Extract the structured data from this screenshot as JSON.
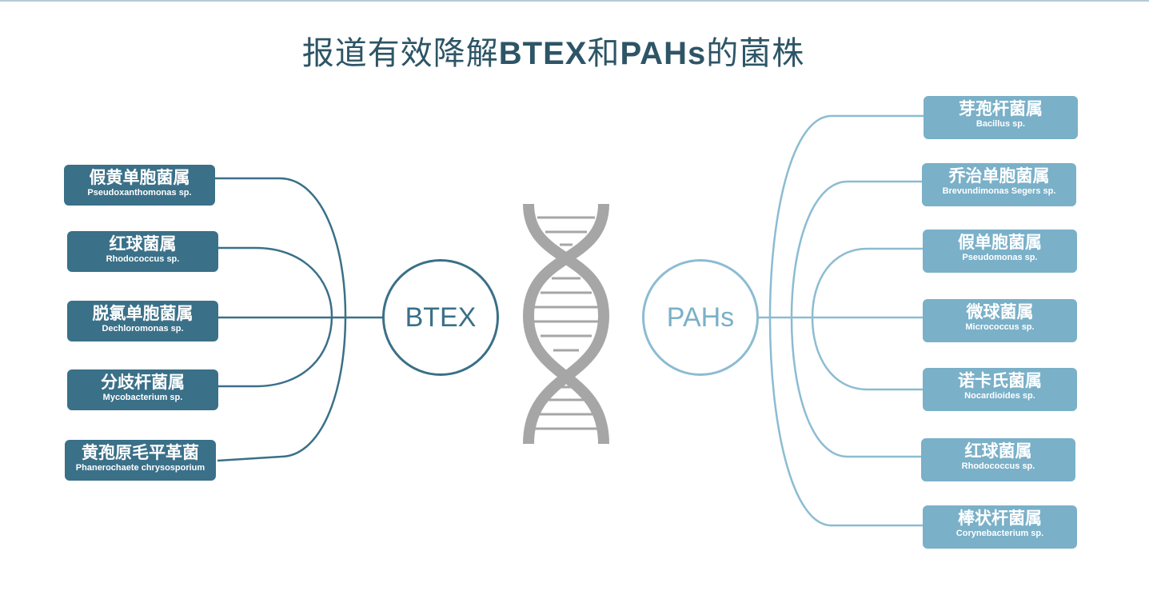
{
  "title": {
    "prefix": "报道有效降解",
    "btex": "BTEX",
    "and": "和",
    "pahs": "PAHs",
    "suffix": "的菌株"
  },
  "hubs": {
    "btex": "BTEX",
    "pahs": "PAHs"
  },
  "left_strains": [
    {
      "zh": "假黄单胞菌属",
      "en": "Pseudoxanthomonas sp."
    },
    {
      "zh": "红球菌属",
      "en": "Rhodococcus sp."
    },
    {
      "zh": "脱氯单胞菌属",
      "en": "Dechloromonas sp."
    },
    {
      "zh": "分歧杆菌属",
      "en": "Mycobacterium sp."
    },
    {
      "zh": "黄孢原毛平革菌",
      "en": "Phanerochaete chrysosporium"
    }
  ],
  "right_strains": [
    {
      "zh": "芽孢杆菌属",
      "en": "Bacillus sp."
    },
    {
      "zh": "乔治单胞菌属",
      "en": "Brevundimonas Segers sp."
    },
    {
      "zh": "假单胞菌属",
      "en": "Pseudomonas sp."
    },
    {
      "zh": "微球菌属",
      "en": "Micrococcus sp."
    },
    {
      "zh": "诺卡氏菌属",
      "en": "Nocardioides sp."
    },
    {
      "zh": "红球菌属",
      "en": "Rhodococcus sp."
    },
    {
      "zh": "棒状杆菌属",
      "en": "Corynebacterium sp."
    }
  ],
  "colors": {
    "btex_dark": "#3a7088",
    "pahs_light": "#7ab0c8",
    "dna_gray": "#a6a6a6",
    "title": "#2d5566"
  },
  "icons": {
    "center": "dna-helix-icon"
  }
}
